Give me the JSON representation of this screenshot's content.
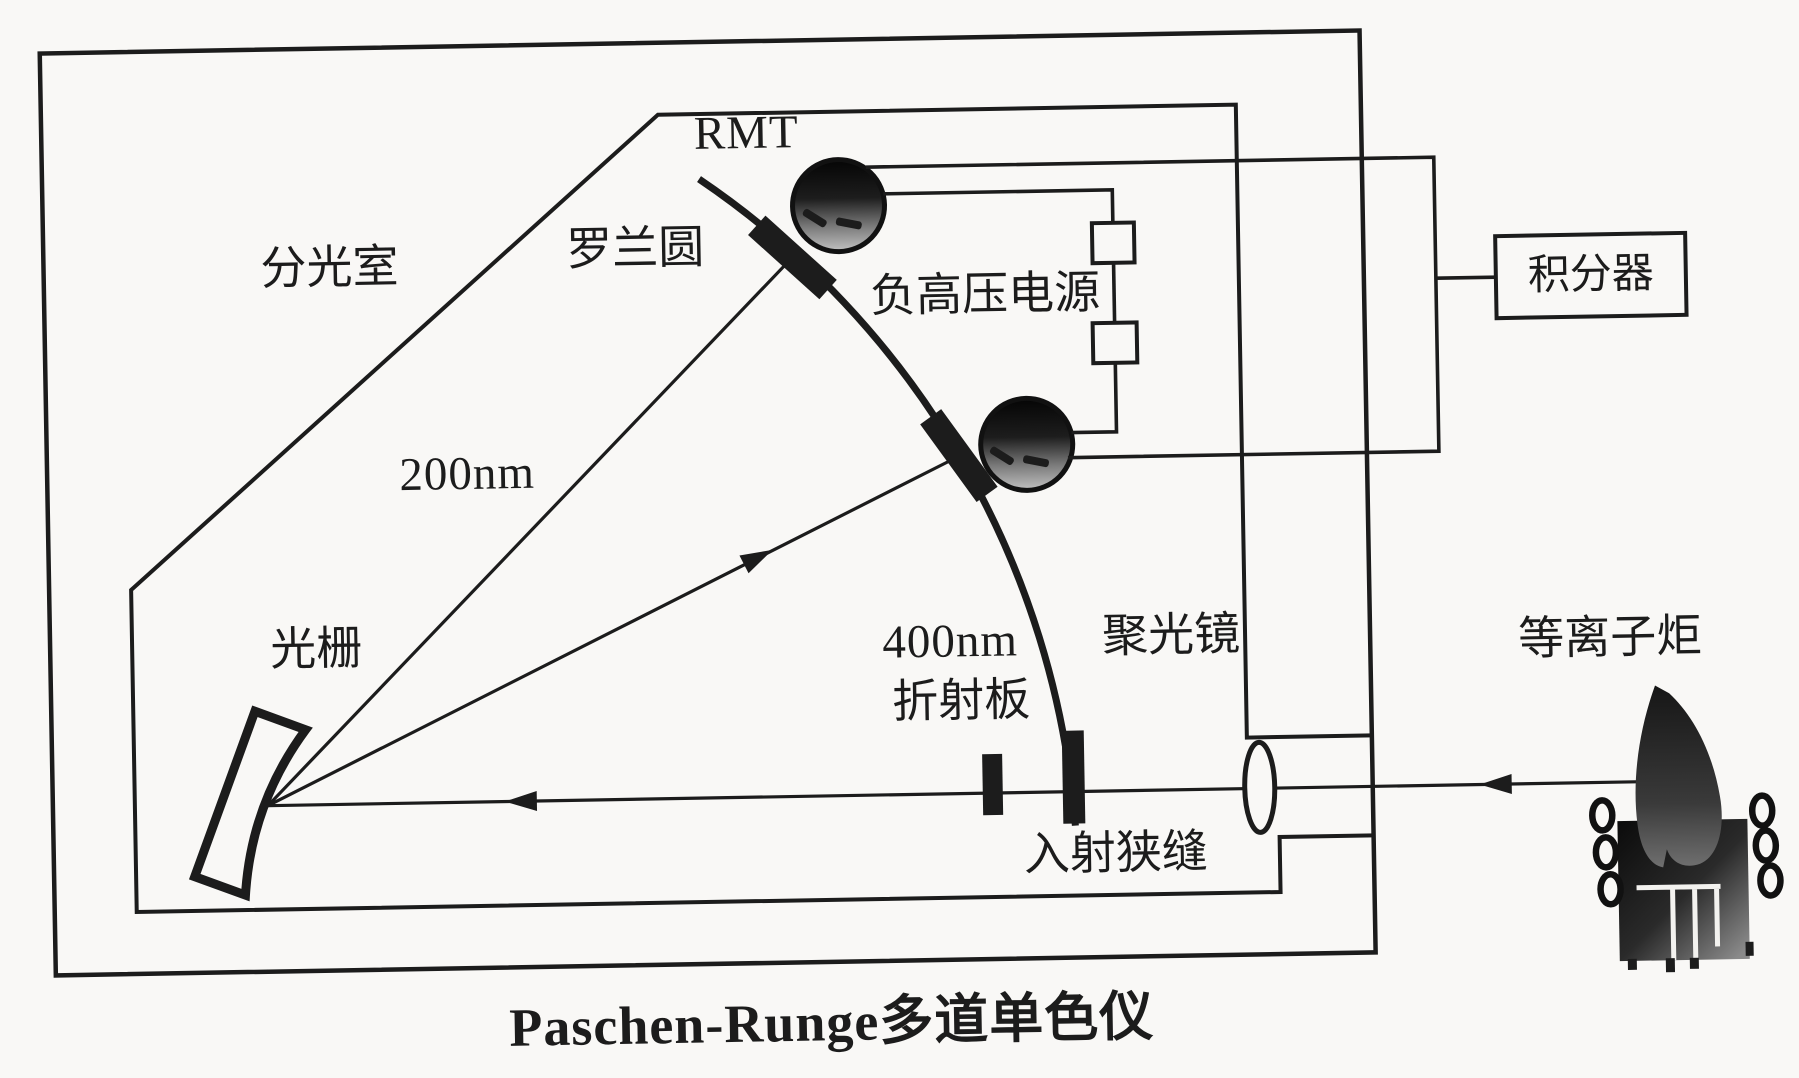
{
  "figure": {
    "caption": "Paschen-Runge多道单色仪",
    "labels": {
      "chamber": "分光室",
      "rowland_circle": "罗兰圆",
      "detector": "RMT",
      "hv_supply": "负高压电源",
      "integrator": "积分器",
      "wavelength_200": "200nm",
      "grating": "光栅",
      "wavelength_400": "400nm",
      "refractor_plate": "折射板",
      "condenser_lens": "聚光镜",
      "entrance_slit": "入射狭缝",
      "plasma_torch": "等离子炬"
    },
    "colors": {
      "ink": "#1c1c1c",
      "paper": "#f9f8f6"
    }
  }
}
